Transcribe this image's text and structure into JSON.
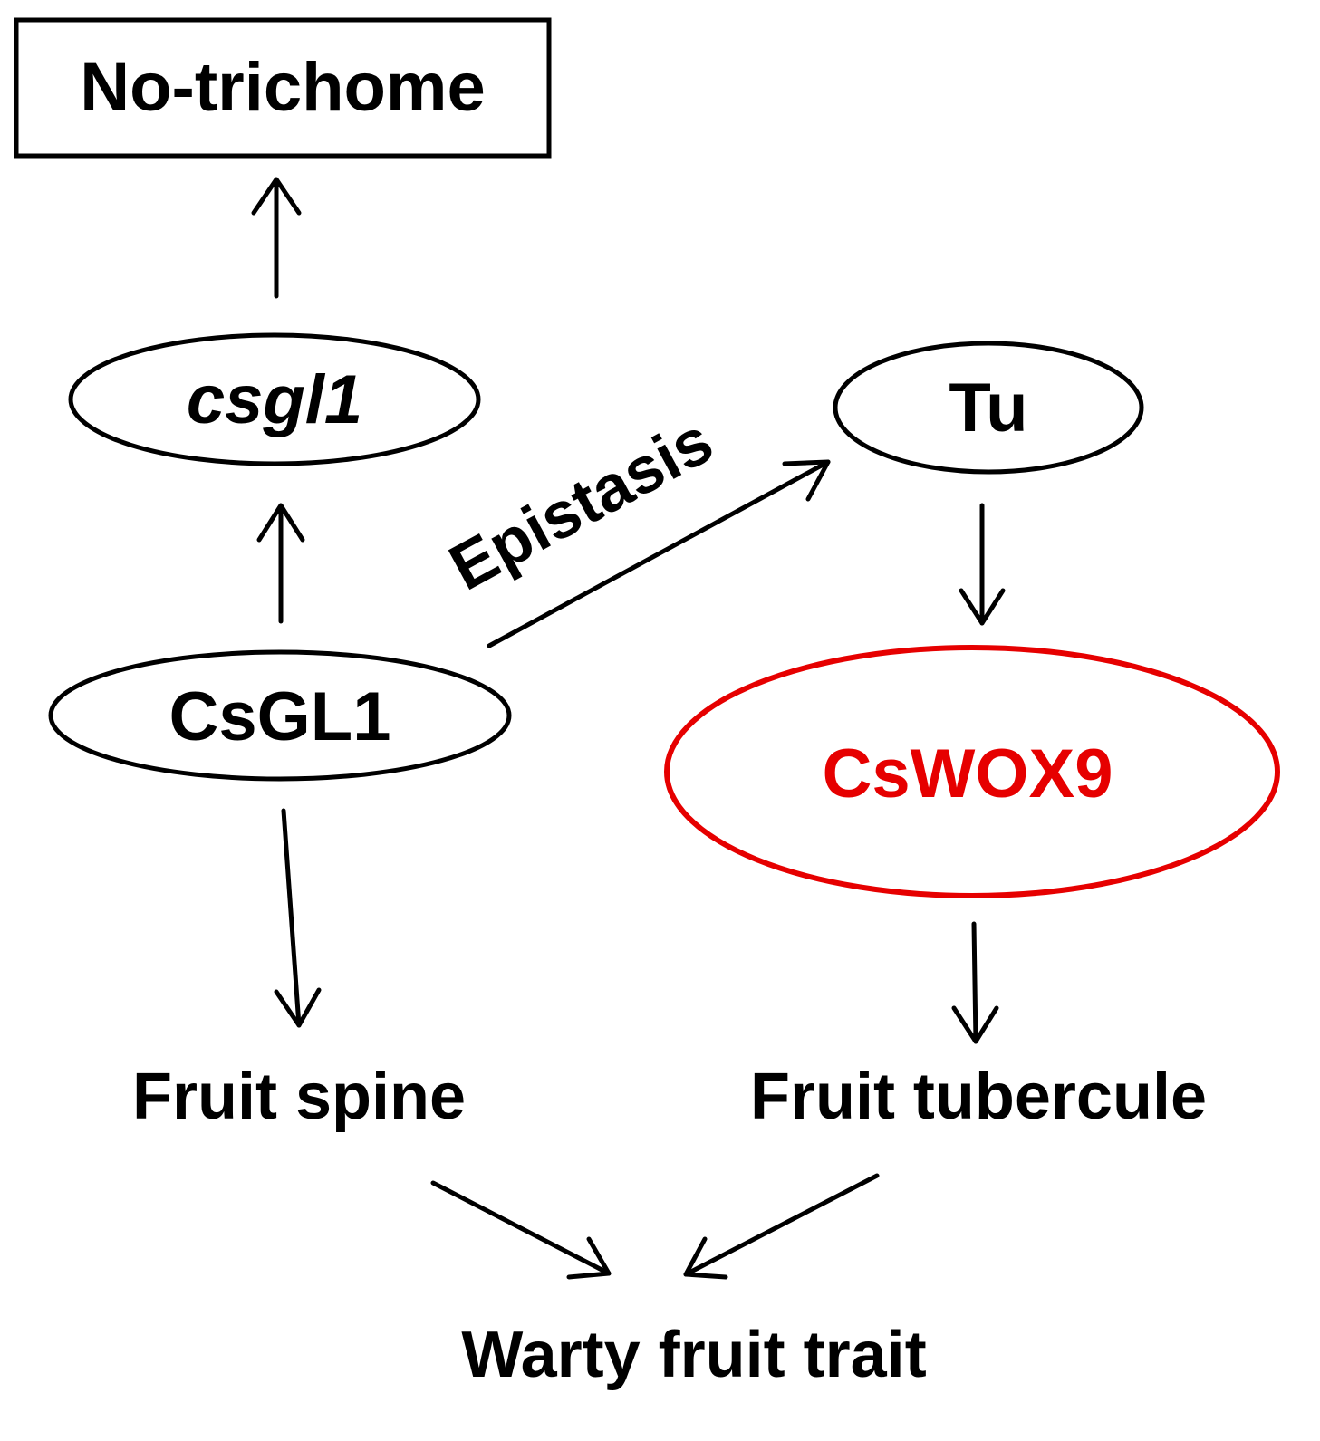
{
  "colors": {
    "default": "#000000",
    "highlight": "#e60000",
    "background": "#ffffff"
  },
  "nodes": {
    "no_trichome": "No-trichome",
    "csgl1_mutant": "csgl1",
    "csgl1_gene": "CsGL1",
    "tu": "Tu",
    "cswox9": "CsWOX9",
    "fruit_spine": "Fruit spine",
    "fruit_tubercule": "Fruit tubercule",
    "warty_fruit_trait": "Warty fruit trait"
  },
  "edges": {
    "epistasis_label": "Epistasis"
  }
}
